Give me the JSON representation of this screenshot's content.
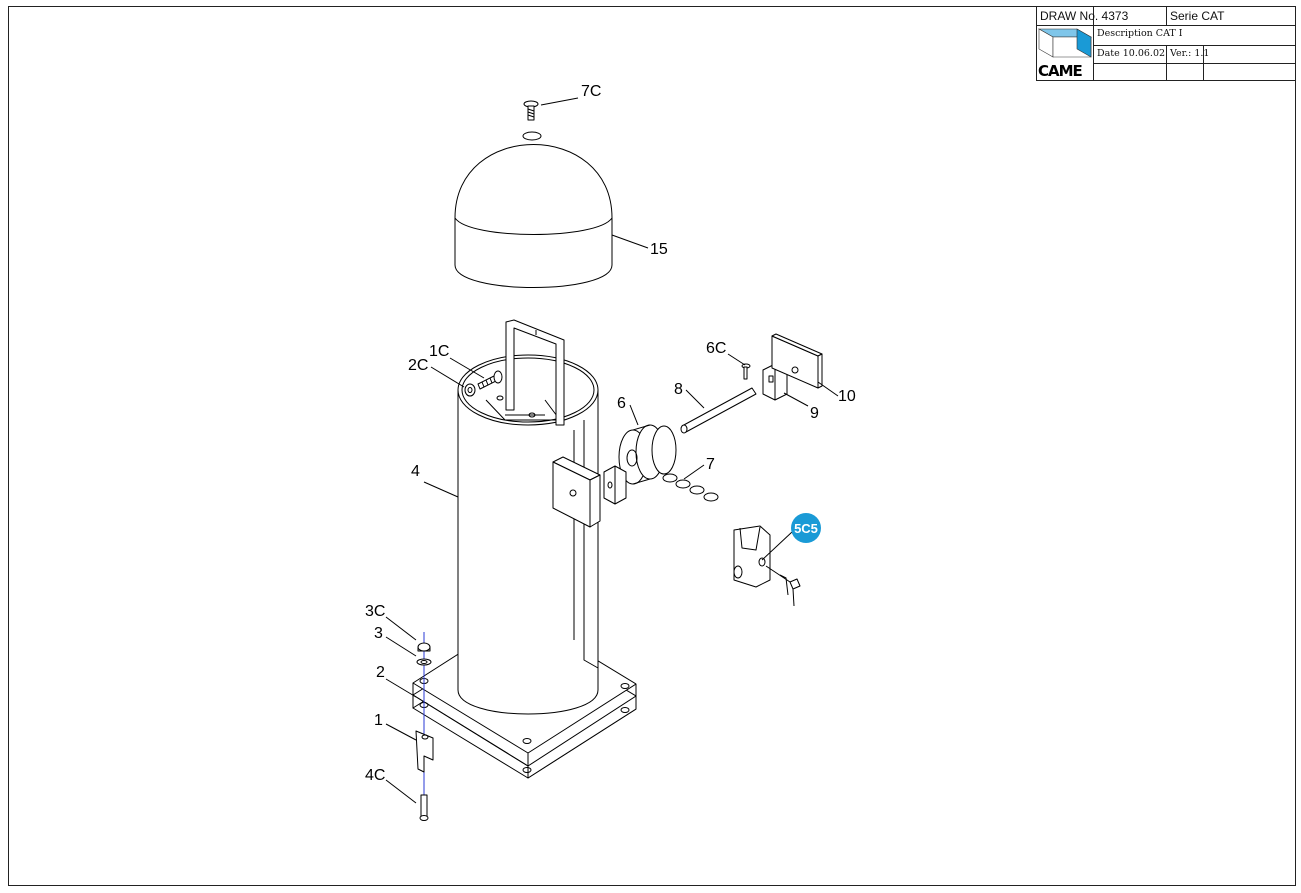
{
  "title_block": {
    "draw_no": "DRAW No. 4373",
    "serie": "Serie CAT",
    "description": "Description CAT I",
    "date": "Date 10.06.02",
    "version": "Ver.: 1.1",
    "logo_text": "CAME"
  },
  "parts": {
    "p7C": "7C",
    "p15": "15",
    "p1C": "1C",
    "p2C": "2C",
    "p4": "4",
    "p6C": "6C",
    "p8": "8",
    "p6": "6",
    "p7": "7",
    "p9": "9",
    "p10": "10",
    "p3C": "3C",
    "p3": "3",
    "p2": "2",
    "p1": "1",
    "p4C": "4C"
  },
  "callout": {
    "label": "5C5",
    "color": "#1a9ad6"
  }
}
